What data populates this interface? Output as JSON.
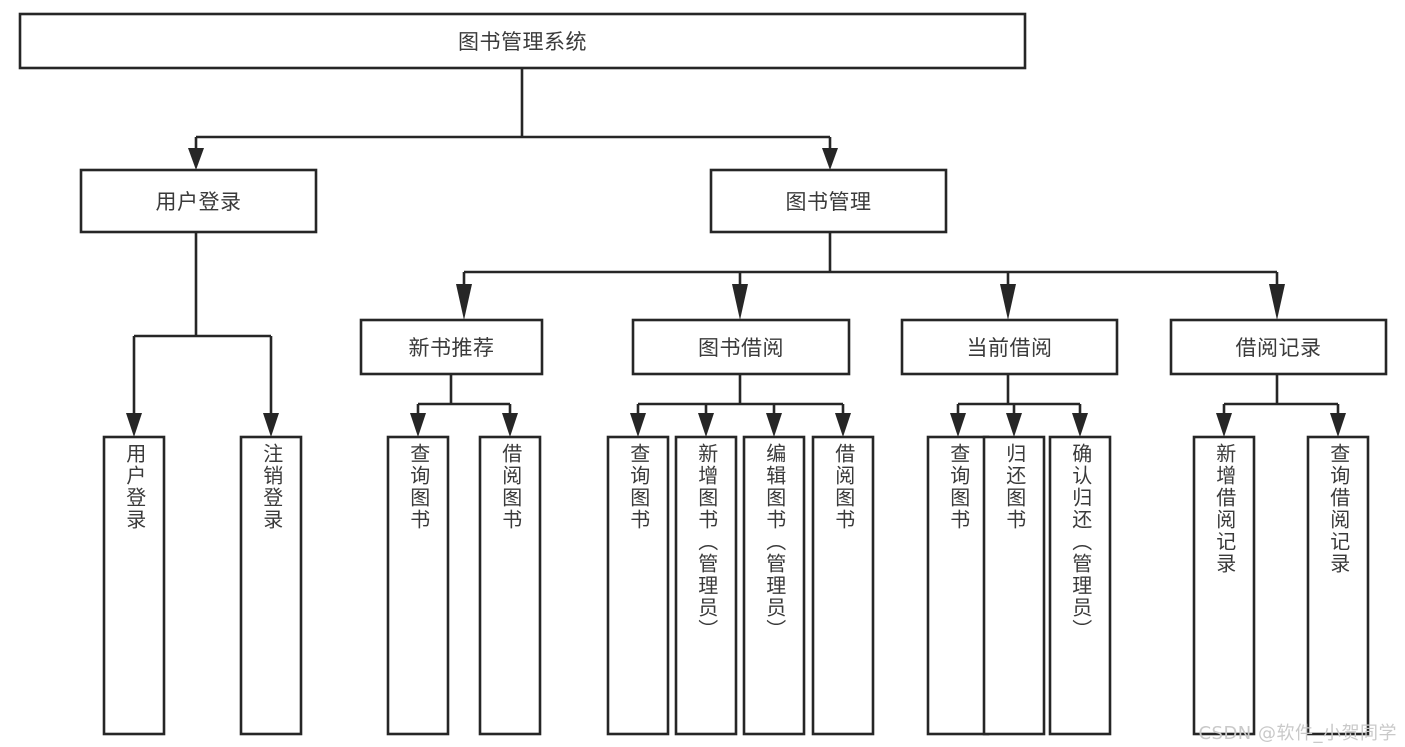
{
  "diagram": {
    "title": "图书管理系统",
    "type": "hierarchy-tree",
    "colors": {
      "stroke": "#262626",
      "box_fill": "#ffffff",
      "text": "#3a3a3a",
      "background": "#ffffff",
      "watermark": "#c9c9c9"
    },
    "root": {
      "label": "图书管理系统"
    },
    "level2": [
      {
        "label": "用户登录"
      },
      {
        "label": "图书管理"
      }
    ],
    "level3": [
      {
        "label": "新书推荐"
      },
      {
        "label": "图书借阅"
      },
      {
        "label": "当前借阅"
      },
      {
        "label": "借阅记录"
      }
    ],
    "leaves": {
      "user_login": [
        {
          "label": "用户登录"
        },
        {
          "label": "注销登录"
        }
      ],
      "new_book_recommend": [
        {
          "label": "查询图书"
        },
        {
          "label": "借阅图书"
        }
      ],
      "book_borrow": [
        {
          "label": "查询图书"
        },
        {
          "label": "新增图书（管理员）"
        },
        {
          "label": "编辑图书（管理员）"
        },
        {
          "label": "借阅图书"
        }
      ],
      "current_borrow": [
        {
          "label": "查询图书"
        },
        {
          "label": "归还图书"
        },
        {
          "label": "确认归还（管理员）"
        }
      ],
      "borrow_record": [
        {
          "label": "新增借阅记录"
        },
        {
          "label": "查询借阅记录"
        }
      ]
    }
  },
  "watermark": {
    "text": "CSDN @软件_小贺同学"
  }
}
